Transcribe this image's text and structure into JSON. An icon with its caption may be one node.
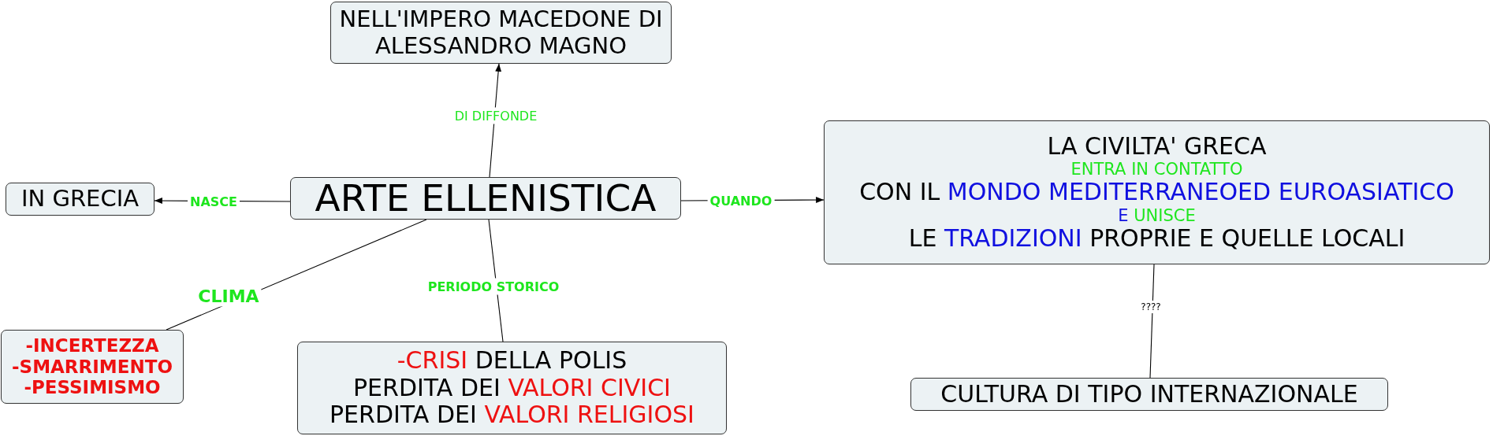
{
  "diagram": {
    "nodes": [
      {
        "text": [
          "NELL'IMPERO MACEDONE DI ALESSANDRO MAGNO"
        ]
      },
      {
        "text": [
          "IN GRECIA"
        ]
      },
      {
        "text": [
          "ARTE ELLENISTICA"
        ]
      },
      {
        "text": [
          "LA CIVILTA' GRECA",
          "ENTRA IN CONTATTO",
          "CON IL MONDO MEDITERRANEOED EUROASIATICO",
          "E UNISCE",
          "LE TRADIZIONI PROPRIE E QUELLE LOCALI"
        ]
      },
      {
        "text": [
          "-INCERTEZZA",
          "-SMARRIMENTO",
          "-PESSIMISMO"
        ]
      },
      {
        "text": [
          "-CRISI DELLA POLIS",
          "PERDITA DEI VALORI CIVICI",
          "PERDITA DEI VALORI RELIGIOSI"
        ]
      },
      {
        "text": [
          "CULTURA DI TIPO INTERNAZIONALE"
        ]
      }
    ],
    "edges": [
      {
        "from": 2,
        "to": 0,
        "arrow": "to",
        "label": "DI DIFFONDE"
      },
      {
        "from": 2,
        "to": 1,
        "arrow": "to",
        "label": "NASCE"
      },
      {
        "from": 2,
        "to": 3,
        "arrow": "to",
        "label": "QUANDO"
      },
      {
        "from": 2,
        "to": 4,
        "arrow": "none",
        "label": "CLIMA"
      },
      {
        "from": 2,
        "to": 5,
        "arrow": "none",
        "label": "PERIODO STORICO"
      },
      {
        "from": 3,
        "to": 6,
        "arrow": "none",
        "label": "????"
      }
    ]
  }
}
